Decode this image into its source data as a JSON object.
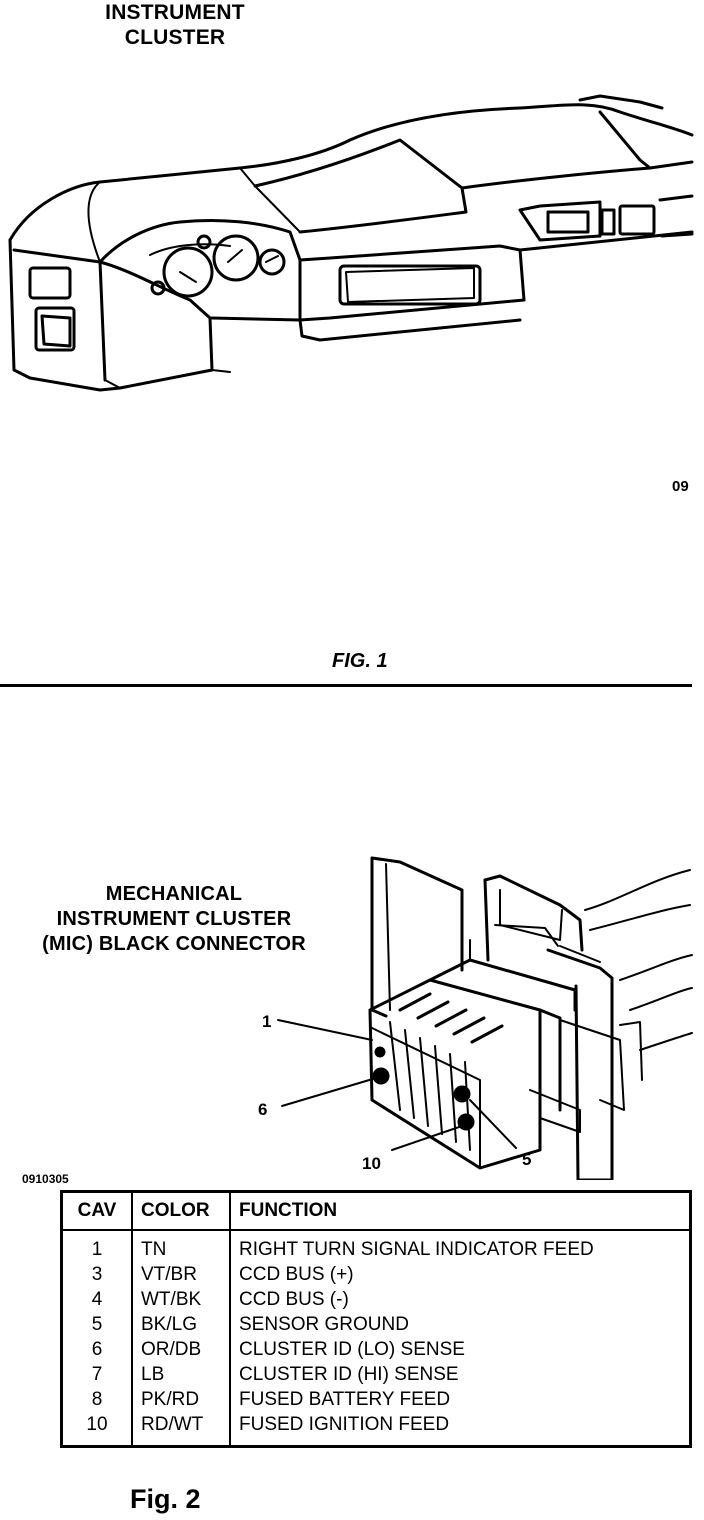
{
  "figure1": {
    "title_line1": "INSTRUMENT",
    "title_line2": "CLUSTER",
    "code": "09",
    "caption": "FIG. 1"
  },
  "figure2": {
    "title_line1": "MECHANICAL",
    "title_line2": "INSTRUMENT CLUSTER",
    "title_line3": "(MIC) BLACK CONNECTOR",
    "pin_labels": [
      "1",
      "6",
      "10",
      "5"
    ],
    "code": "0910305",
    "caption": "Fig. 2"
  },
  "table": {
    "headers": [
      "CAV",
      "COLOR",
      "FUNCTION"
    ],
    "rows": [
      {
        "cav": "1",
        "color": "TN",
        "function": "RIGHT TURN SIGNAL INDICATOR FEED"
      },
      {
        "cav": "3",
        "color": "VT/BR",
        "function": "CCD BUS (+)"
      },
      {
        "cav": "4",
        "color": "WT/BK",
        "function": "CCD BUS (-)"
      },
      {
        "cav": "5",
        "color": "BK/LG",
        "function": "SENSOR GROUND"
      },
      {
        "cav": "6",
        "color": "OR/DB",
        "function": "CLUSTER ID (LO) SENSE"
      },
      {
        "cav": "7",
        "color": "LB",
        "function": "CLUSTER ID (HI) SENSE"
      },
      {
        "cav": "8",
        "color": "PK/RD",
        "function": "FUSED BATTERY FEED"
      },
      {
        "cav": "10",
        "color": "RD/WT",
        "function": "FUSED IGNITION FEED"
      }
    ]
  }
}
